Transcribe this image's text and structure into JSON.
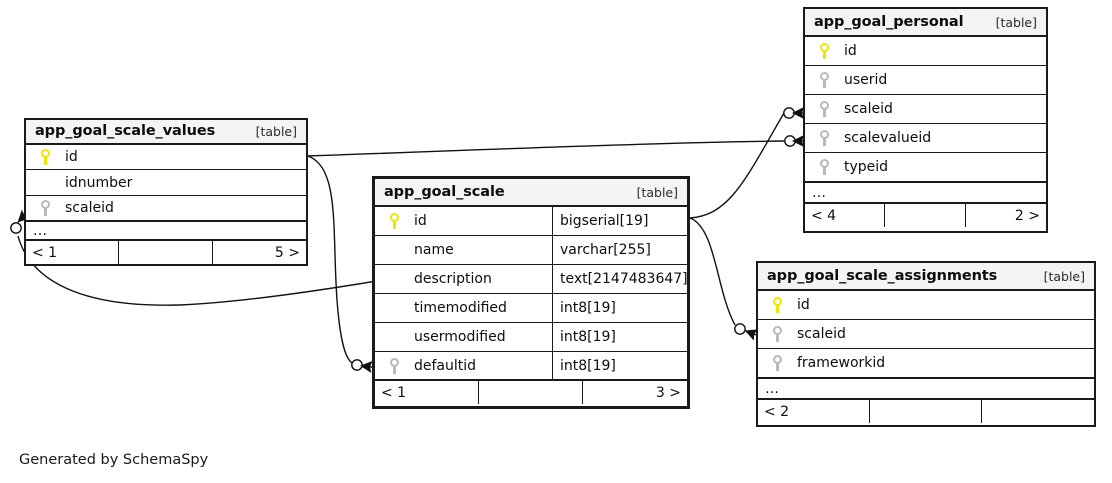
{
  "diagram": {
    "footer_credit": "Generated by SchemaSpy",
    "table_tag": "[table]",
    "ellipsis": "…"
  },
  "tables": {
    "scale_values": {
      "name": "app_goal_scale_values",
      "tag": "[table]",
      "columns": [
        {
          "name": "id",
          "key": "pk"
        },
        {
          "name": "idnumber",
          "key": "none"
        },
        {
          "name": "scaleid",
          "key": "fk"
        }
      ],
      "more": "…",
      "footer": {
        "left": "< 1",
        "middle": "",
        "right": "5 >"
      }
    },
    "scale": {
      "name": "app_goal_scale",
      "tag": "[table]",
      "columns": [
        {
          "name": "id",
          "type": "bigserial[19]",
          "key": "pk"
        },
        {
          "name": "name",
          "type": "varchar[255]",
          "key": "none"
        },
        {
          "name": "description",
          "type": "text[2147483647]",
          "key": "none"
        },
        {
          "name": "timemodified",
          "type": "int8[19]",
          "key": "none"
        },
        {
          "name": "usermodified",
          "type": "int8[19]",
          "key": "none"
        },
        {
          "name": "defaultid",
          "type": "int8[19]",
          "key": "fk"
        }
      ],
      "footer": {
        "left": "< 1",
        "middle": "",
        "right": "3 >"
      }
    },
    "personal": {
      "name": "app_goal_personal",
      "tag": "[table]",
      "columns": [
        {
          "name": "id",
          "key": "pk"
        },
        {
          "name": "userid",
          "key": "fk"
        },
        {
          "name": "scaleid",
          "key": "fk"
        },
        {
          "name": "scalevalueid",
          "key": "fk"
        },
        {
          "name": "typeid",
          "key": "fk"
        }
      ],
      "more": "…",
      "footer": {
        "left": "< 4",
        "middle": "",
        "right": "2 >"
      }
    },
    "assignments": {
      "name": "app_goal_scale_assignments",
      "tag": "[table]",
      "columns": [
        {
          "name": "id",
          "key": "pk"
        },
        {
          "name": "scaleid",
          "key": "fk"
        },
        {
          "name": "frameworkid",
          "key": "fk"
        }
      ],
      "more": "…",
      "footer": {
        "left": "< 2",
        "middle": "",
        "right": ""
      }
    }
  },
  "colors": {
    "primary_key": "#e8e800",
    "foreign_key": "#b9b9b9",
    "border": "#1a1a1a",
    "header_bg": "#f4f4f4",
    "background": "#ffffff"
  }
}
